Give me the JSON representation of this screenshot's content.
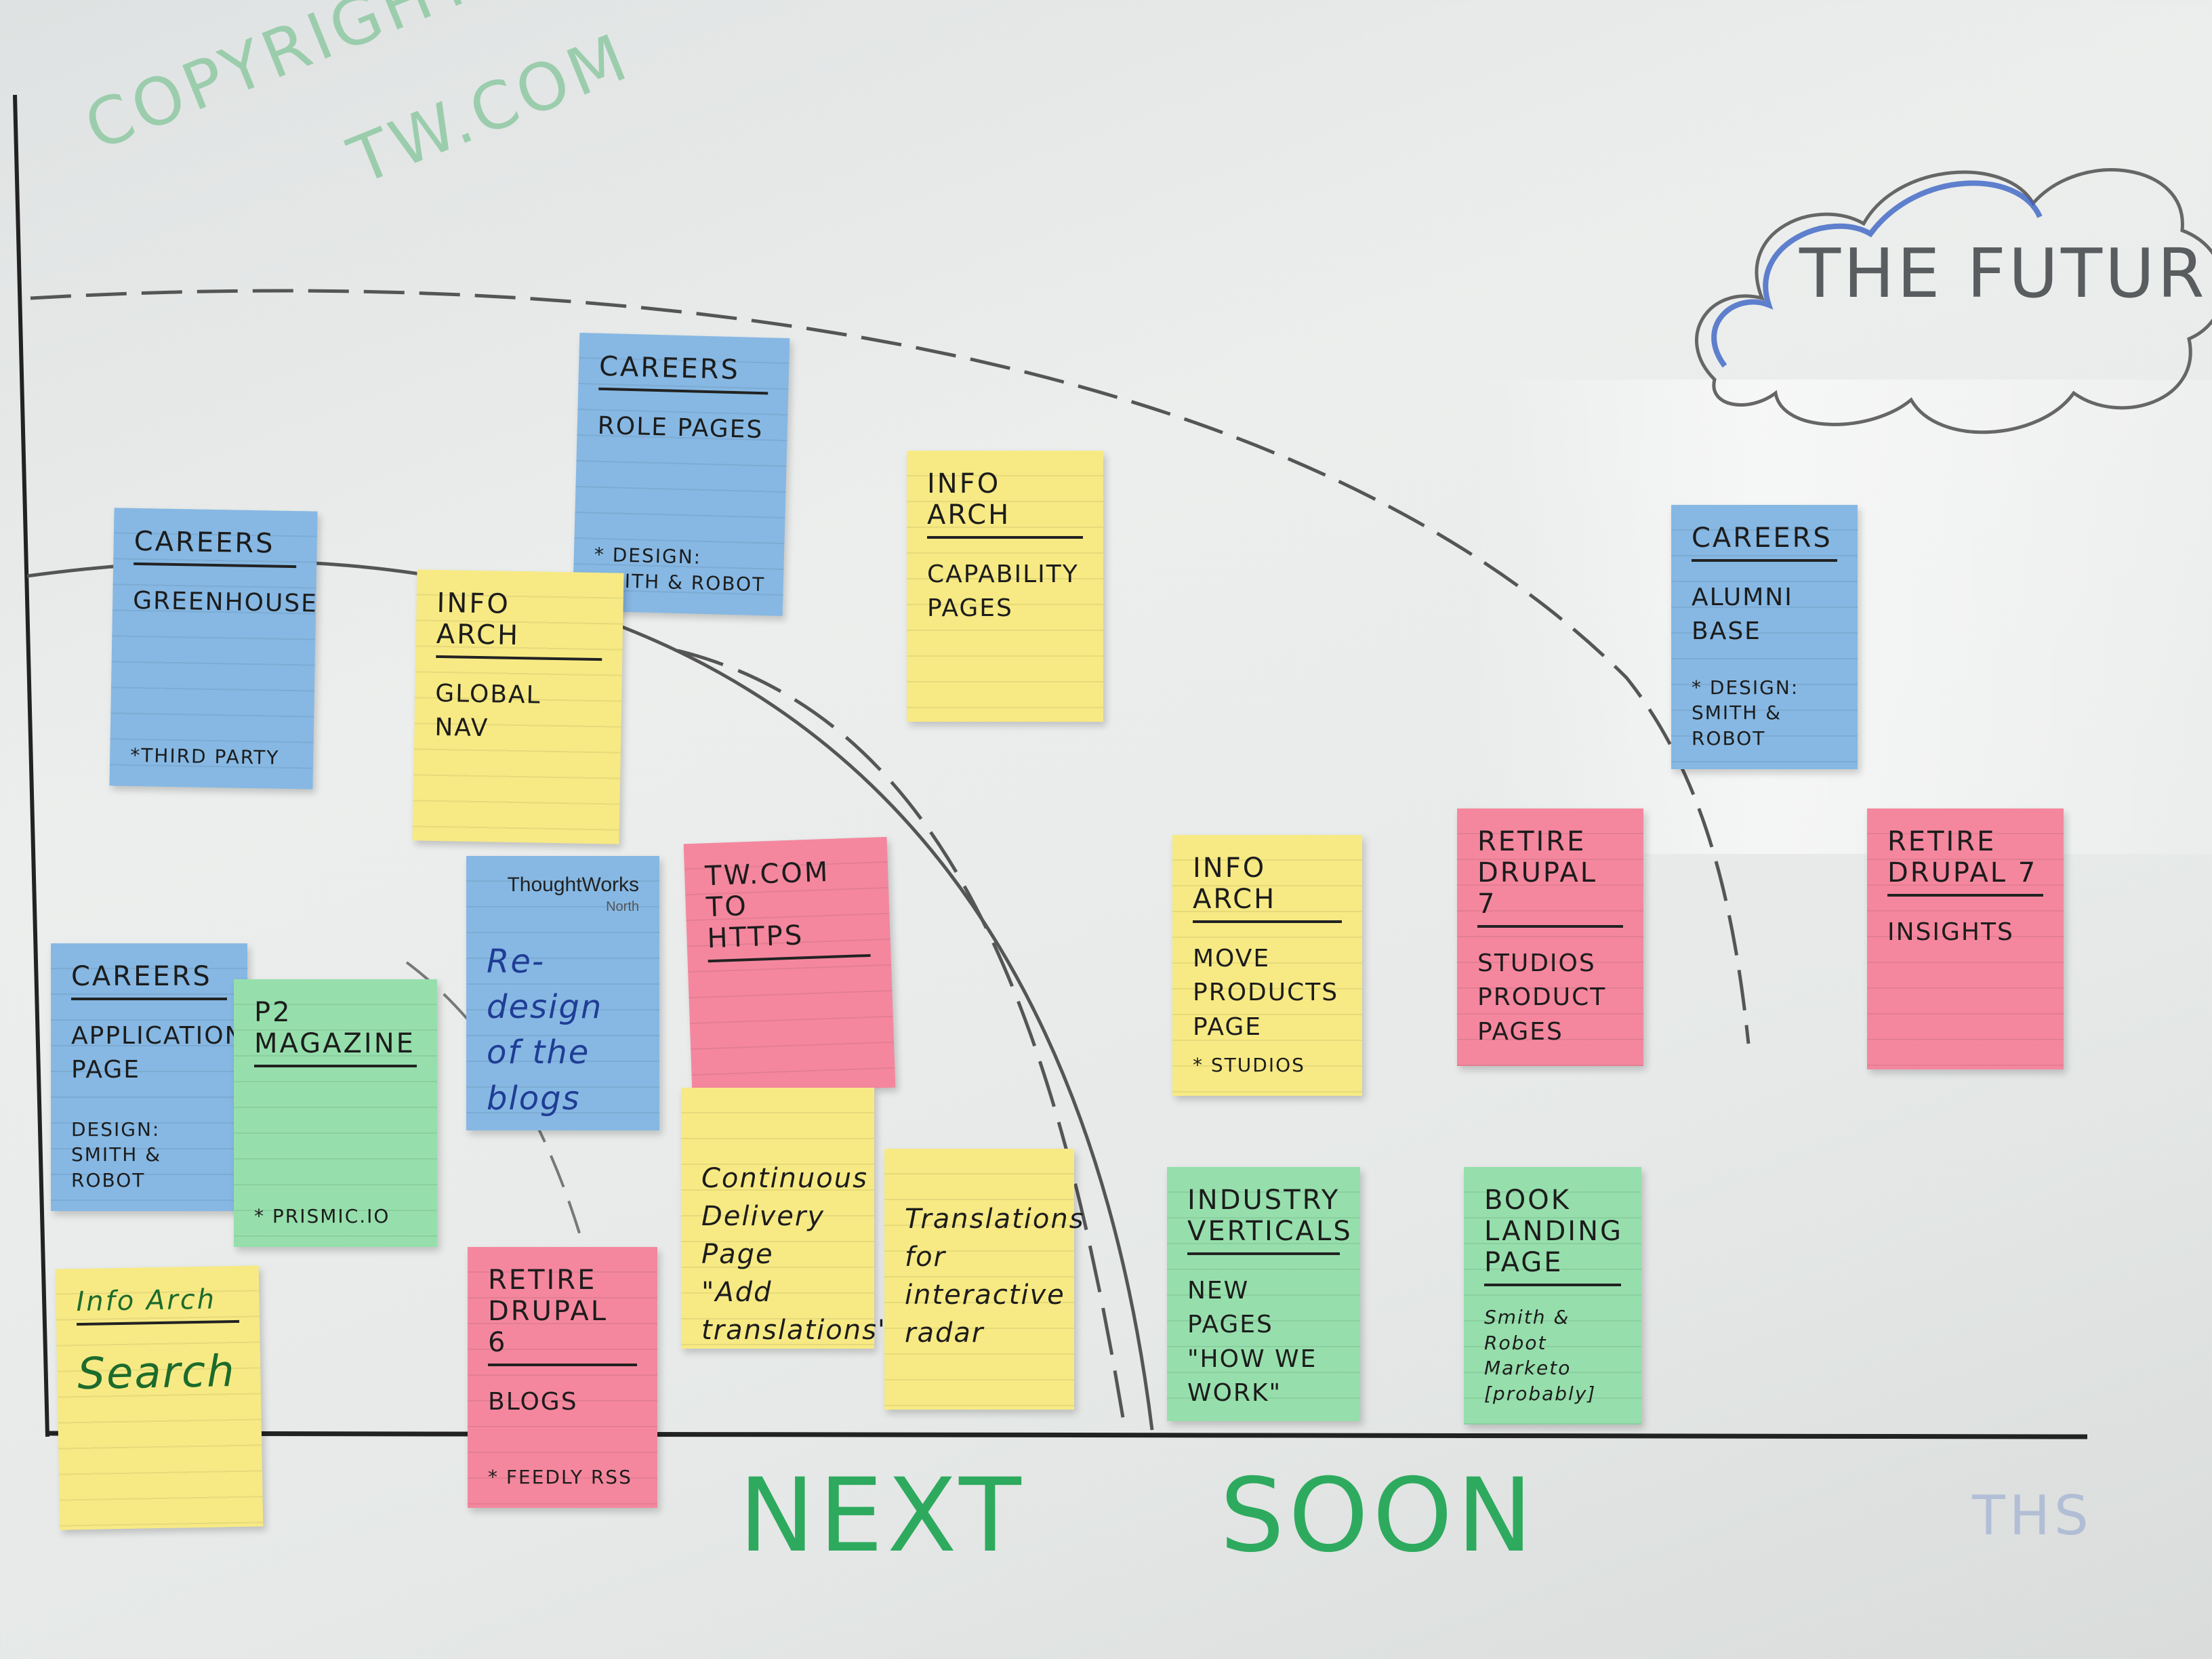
{
  "board": {
    "copyright": "COPYRIGHT",
    "copyright_domain": "TW.COM",
    "cloud_label": "THE FUTURE",
    "x_labels": [
      "NEXT",
      "SOON"
    ],
    "faint_label": "THS"
  },
  "notes": [
    {
      "id": "careers-role-pages",
      "color": "blue",
      "title": "CAREERS",
      "body": "ROLE PAGES",
      "foot": "* DESIGN:\nSMITH & ROBOT"
    },
    {
      "id": "info-arch-capability",
      "color": "yellow",
      "title": "INFO ARCH",
      "body": "CAPABILITY\nPAGES",
      "foot": ""
    },
    {
      "id": "careers-greenhouse",
      "color": "blue",
      "title": "CAREERS",
      "body": "GREENHOUSE",
      "foot": "*THIRD PARTY"
    },
    {
      "id": "info-arch-global-nav",
      "color": "yellow",
      "title": "INFO ARCH",
      "body": "GLOBAL NAV",
      "foot": ""
    },
    {
      "id": "careers-alumni",
      "color": "blue",
      "title": "CAREERS",
      "body": "ALUMNI BASE",
      "foot": "* DESIGN:\nSMITH & ROBOT"
    },
    {
      "id": "thoughtworks-blogs",
      "color": "blue",
      "brand": "ThoughtWorks",
      "brand_sub": "North",
      "body": "Re-design\nof the\nblogs"
    },
    {
      "id": "tw-https",
      "color": "pink",
      "title": "TW.COM TO\nHTTPS",
      "body": ""
    },
    {
      "id": "info-arch-move-products",
      "color": "yellow",
      "title": "INFO ARCH",
      "body": "MOVE PRODUCTS\nPAGE",
      "foot": "* STUDIOS"
    },
    {
      "id": "retire-drupal7-studios",
      "color": "pink",
      "title": "RETIRE\nDRUPAL 7",
      "body": "STUDIOS\nPRODUCT\nPAGES",
      "foot": ""
    },
    {
      "id": "retire-drupal7-insights",
      "color": "pink",
      "title": "RETIRE\nDRUPAL 7",
      "body": "INSIGHTS",
      "foot": ""
    },
    {
      "id": "careers-application",
      "color": "blue",
      "title": "CAREERS",
      "body": "APPLICATION\nPAGE",
      "foot": "DESIGN:\nSMITH & ROBOT"
    },
    {
      "id": "p2-magazine",
      "color": "green",
      "title": "P2 MAGAZINE",
      "body": "",
      "foot": "* PRISMIC.IO"
    },
    {
      "id": "continuous-delivery",
      "color": "yellow",
      "title": "",
      "body": "Continuous\nDelivery Page\n\"Add translations\"",
      "foot": ""
    },
    {
      "id": "translations-radar",
      "color": "yellow",
      "title": "",
      "body": "Translations\nfor interactive\nradar",
      "foot": ""
    },
    {
      "id": "industry-verticals",
      "color": "green",
      "title": "INDUSTRY\nVERTICALS",
      "body": "NEW PAGES\n\"HOW WE\nWORK\"",
      "foot": ""
    },
    {
      "id": "book-landing",
      "color": "green",
      "title": "BOOK\nLANDING PAGE",
      "body": "",
      "foot": "Smith & Robot\nMarketo [probably]"
    },
    {
      "id": "info-arch-search",
      "color": "yellow",
      "title": "Info Arch",
      "body": "Search",
      "foot": ""
    },
    {
      "id": "retire-drupal6-blogs",
      "color": "pink",
      "title": "RETIRE\nDRUPAL 6",
      "body": "BLOGS",
      "foot": "* FEEDLY RSS"
    }
  ]
}
